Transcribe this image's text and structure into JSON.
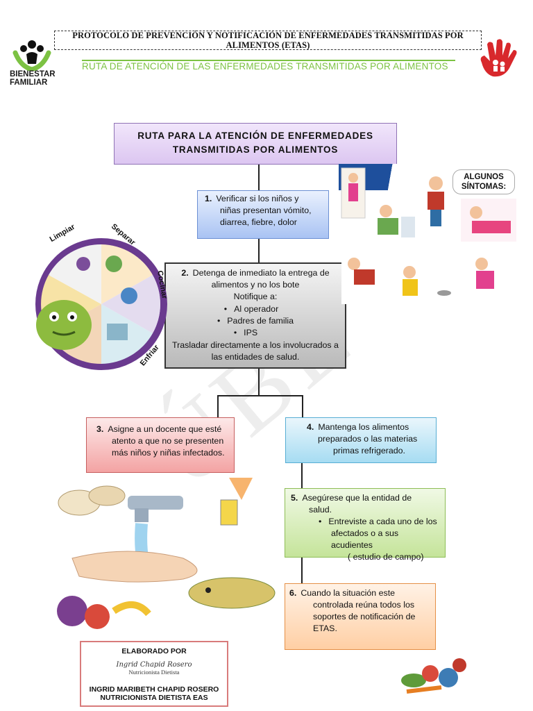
{
  "header": {
    "title": "PROTOCOLO DE PREVENCIÓN Y NOTIFICACIÓN DE ENFERMEDADES TRANSMITIDAS POR ALIMENTOS (ETAS)",
    "subtitle": "RUTA DE ATENCIÓN DE LAS ENFERMEDADES TRANSMITIDAS POR ALIMENTOS",
    "logo_line1": "BIENESTAR",
    "logo_line2": "FAMILIAR"
  },
  "flow": {
    "title_line1": "RUTA PARA LA ATENCIÓN DE ENFERMEDADES",
    "title_line2": "TRANSMITIDAS POR ALIMENTOS",
    "step1": {
      "num": "1.",
      "l1": "Verificar si los niños y",
      "l2": "niñas presentan vómito,",
      "l3": "diarrea, fiebre, dolor"
    },
    "step2": {
      "num": "2.",
      "l1": "Detenga de inmediato la entrega de",
      "l2": "alimentos y no los bote",
      "l3": "Notifique a:",
      "items": [
        "Al operador",
        "Padres de familia",
        "IPS"
      ],
      "l4": "Trasladar directamente a los involucrados a",
      "l5": "las entidades de salud."
    },
    "step3": {
      "num": "3.",
      "l1": "Asigne a un docente que esté",
      "l2": "atento a que no se presenten",
      "l3": "más niños y niñas infectados."
    },
    "step4": {
      "num": "4.",
      "l1": "Mantenga los alimentos",
      "l2": "preparados o las materias",
      "l3": "primas refrigerado."
    },
    "step5": {
      "num": "5.",
      "l1": "Asegúrese que la entidad de",
      "l2": "salud.",
      "b1": "Entreviste a cada uno de los",
      "b2": "afectados o a sus acudientes",
      "b3": "( estudio de campo)"
    },
    "step6": {
      "num": "6.",
      "l1": "Cuando la situación este",
      "l2": "controlada reúna todos los",
      "l3": "soportes de notificación de",
      "l4": "ETAS."
    }
  },
  "wheel": {
    "w1": "Limpiar",
    "w2": "Separar",
    "w3": "Cocinar",
    "w4": "Enfriar"
  },
  "symptoms": {
    "label1": "ALGUNOS",
    "label2": "SÍNTOMAS:"
  },
  "signature": {
    "heading": "ELABORADO POR",
    "script_line1": "Ingrid Chapid Rosero",
    "script_line2": "Nutricionista Dietista",
    "name": "INGRID MARIBETH CHAPID ROSERO",
    "role": "NUTRICIONISTA DIETISTA EAS"
  },
  "colors": {
    "accent_green": "#7cc243",
    "logo_red": "#d8282c"
  }
}
